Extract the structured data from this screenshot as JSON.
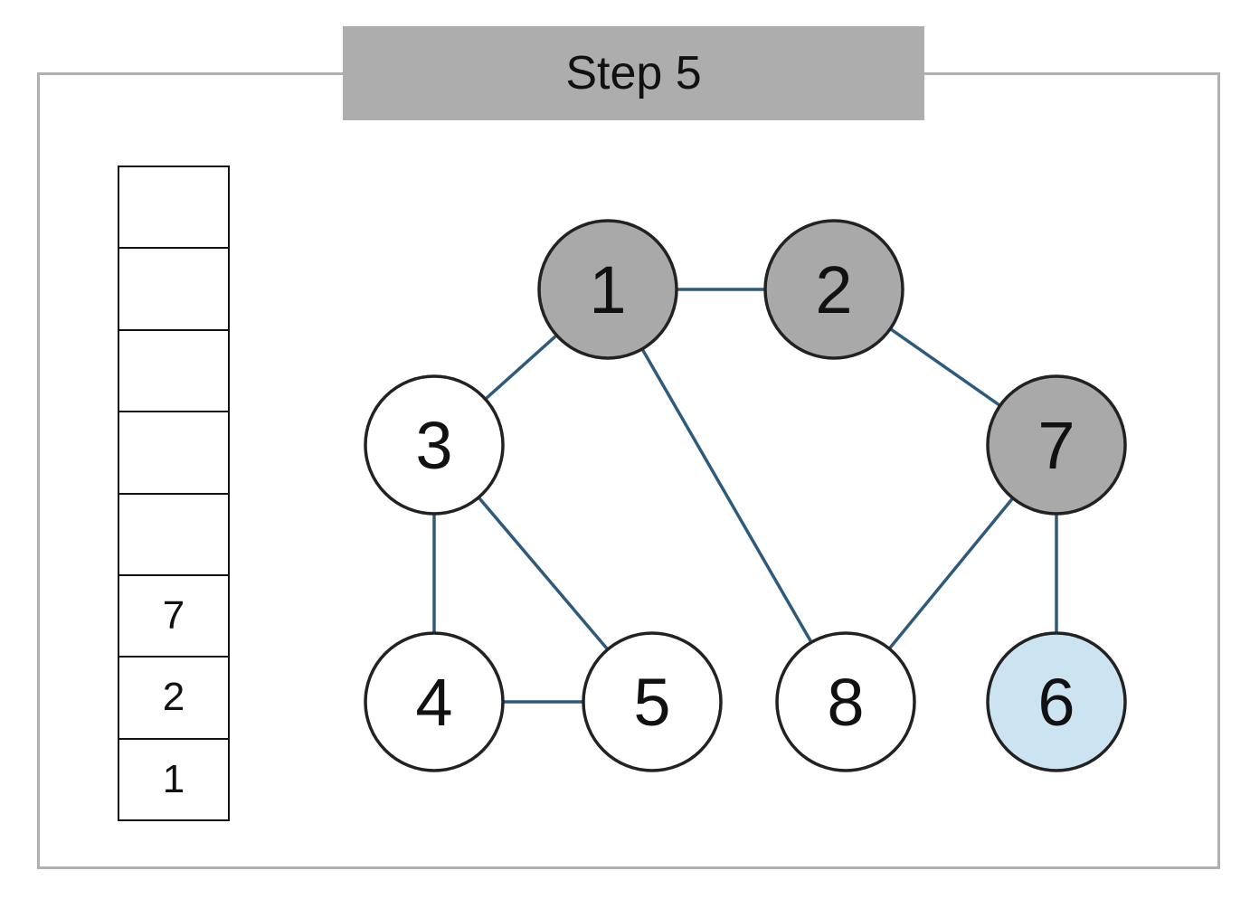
{
  "title": "Step 5",
  "colors": {
    "frame_border": "#b0b0b0",
    "title_bg": "#adadad",
    "edge": "#2e5a7c",
    "node_visited": "#a9a9a9",
    "node_current": "#cce4f2",
    "node_unvisited": "#ffffff",
    "node_stroke": "#222222"
  },
  "stack": {
    "cells_top_to_bottom": [
      "",
      "",
      "",
      "",
      "",
      "7",
      "2",
      "1"
    ]
  },
  "graph": {
    "nodes": [
      {
        "id": "1",
        "label": "1",
        "state": "visited"
      },
      {
        "id": "2",
        "label": "2",
        "state": "visited"
      },
      {
        "id": "3",
        "label": "3",
        "state": "unvisited"
      },
      {
        "id": "4",
        "label": "4",
        "state": "unvisited"
      },
      {
        "id": "5",
        "label": "5",
        "state": "unvisited"
      },
      {
        "id": "6",
        "label": "6",
        "state": "current"
      },
      {
        "id": "7",
        "label": "7",
        "state": "visited"
      },
      {
        "id": "8",
        "label": "8",
        "state": "unvisited"
      }
    ],
    "edges": [
      [
        "1",
        "2"
      ],
      [
        "1",
        "3"
      ],
      [
        "1",
        "8"
      ],
      [
        "2",
        "7"
      ],
      [
        "3",
        "4"
      ],
      [
        "3",
        "5"
      ],
      [
        "4",
        "5"
      ],
      [
        "7",
        "8"
      ],
      [
        "7",
        "6"
      ]
    ]
  }
}
